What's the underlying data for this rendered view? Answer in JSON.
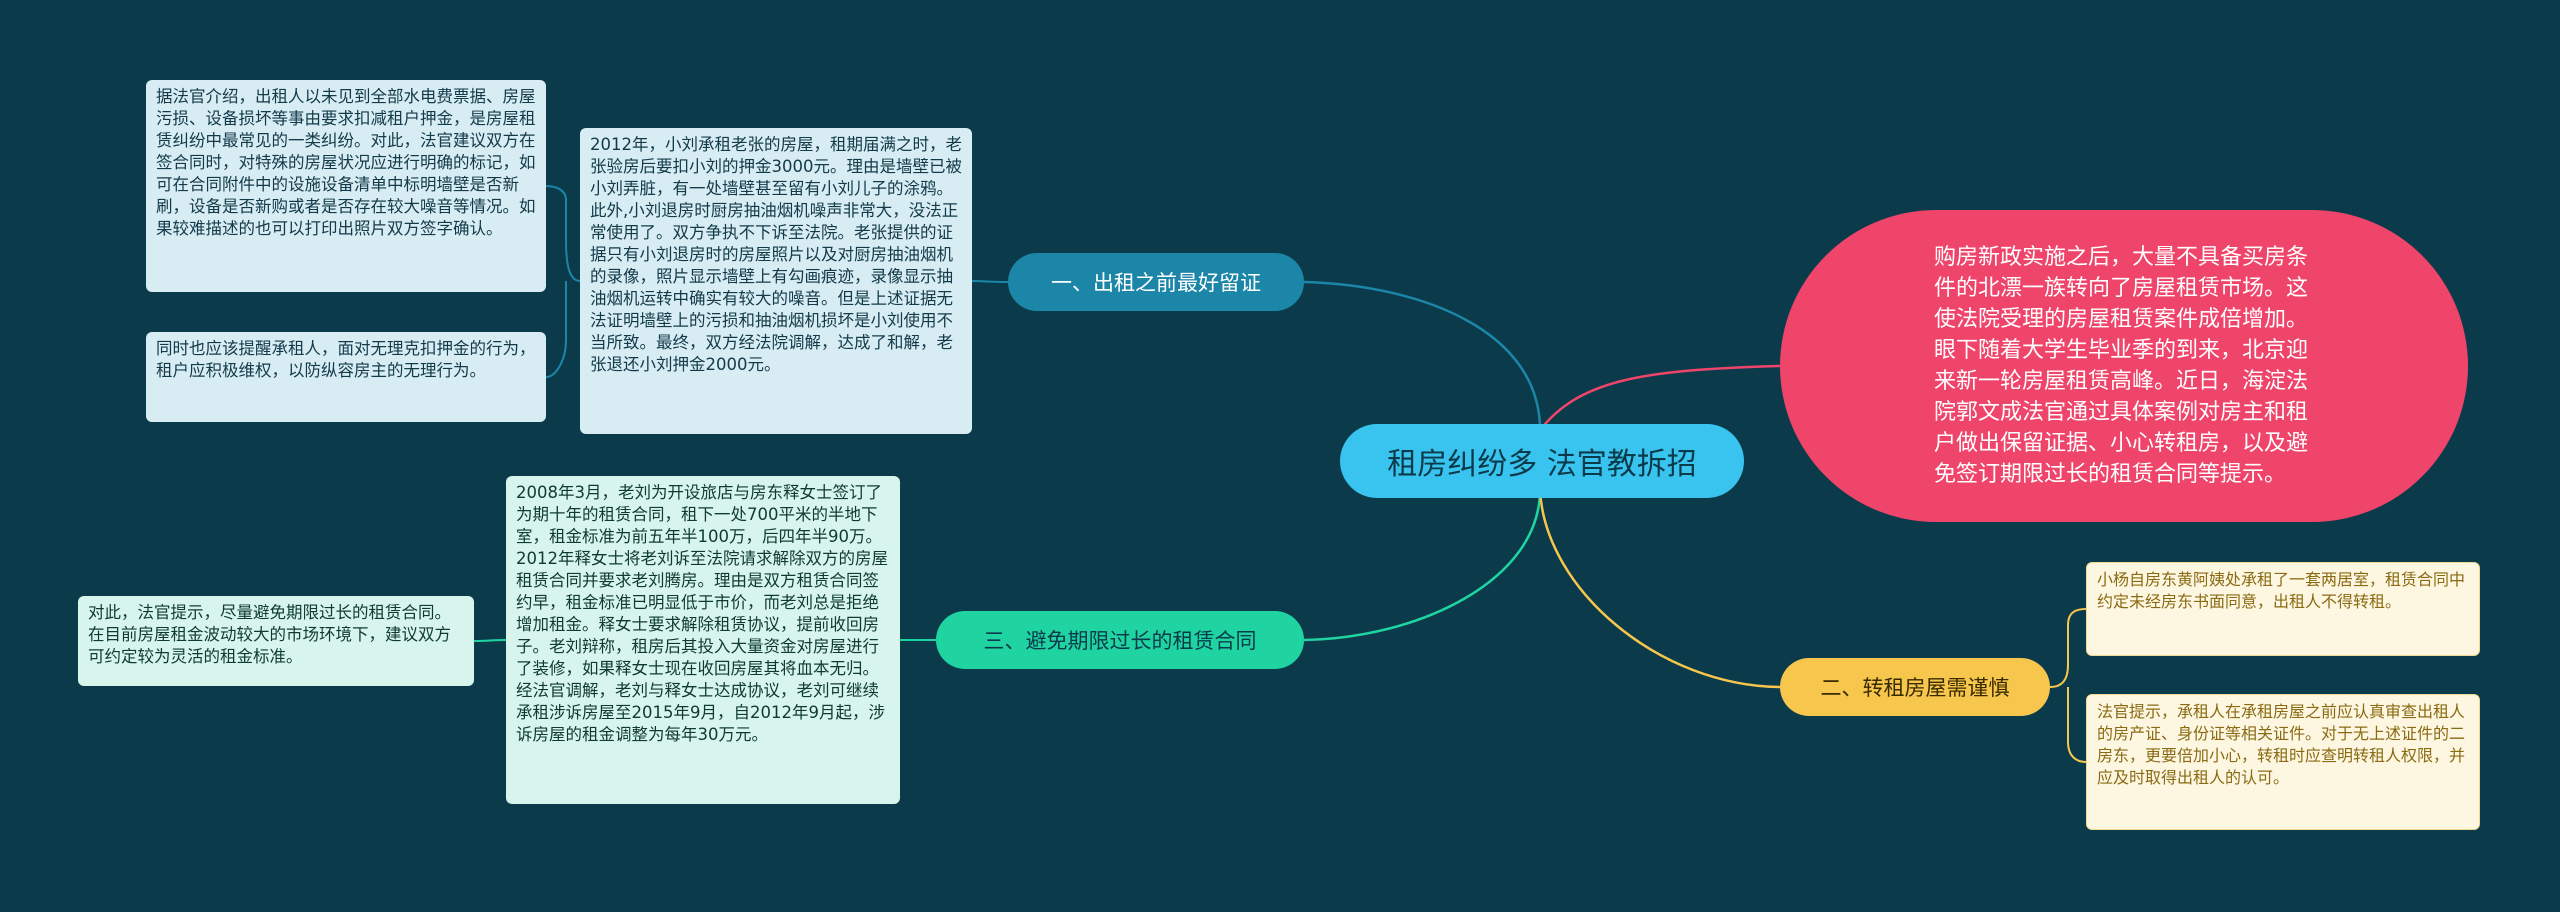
{
  "center": {
    "label": "租房纠纷多 法官教拆招"
  },
  "topics": [
    {
      "label": "一、出租之前最好留证"
    },
    {
      "label": "二、转租房屋需谨慎"
    },
    {
      "label": "三、避免期限过长的租赁合同"
    }
  ],
  "intro": {
    "text": "购房新政实施之后，大量不具备买房条件的北漂一族转向了房屋租赁市场。这使法院受理的房屋租赁案件成倍增加。眼下随着大学生毕业季的到来，北京迎来新一轮房屋租赁高峰。近日，海淀法院郭文成法官通过具体案例对房主和租户做出保留证据、小心转租房，以及避免签订期限过长的租赁合同等提示。"
  },
  "notes": {
    "t1_a": "据法官介绍，出租人以未见到全部水电费票据、房屋污损、设备损坏等事由要求扣减租户押金，是房屋租赁纠纷中最常见的一类纠纷。对此，法官建议双方在签合同时，对特殊的房屋状况应进行明确的标记，如可在合同附件中的设施设备清单中标明墙壁是否新刷，设备是否新购或者是否存在较大噪音等情况。如果较难描述的也可以打印出照片双方签字确认。",
    "t1_b": "同时也应该提醒承租人，面对无理克扣押金的行为，租户应积极维权，以防纵容房主的无理行为。",
    "t1_case": "2012年，小刘承租老张的房屋，租期届满之时，老张验房后要扣小刘的押金3000元。理由是墙壁已被小刘弄脏，有一处墙壁甚至留有小刘儿子的涂鸦。此外,小刘退房时厨房抽油烟机噪声非常大，没法正常使用了。双方争执不下诉至法院。老张提供的证据只有小刘退房时的房屋照片以及对厨房抽油烟机的录像，照片显示墙壁上有勾画痕迹，录像显示抽油烟机运转中确实有较大的噪音。但是上述证据无法证明墙壁上的污损和抽油烟机损坏是小刘使用不当所致。最终，双方经法院调解，达成了和解，老张退还小刘押金2000元。",
    "t3_case": "2008年3月，老刘为开设旅店与房东释女士签订了为期十年的租赁合同，租下一处700平米的半地下室，租金标准为前五年半100万，后四年半90万。2012年释女士将老刘诉至法院请求解除双方的房屋租赁合同并要求老刘腾房。理由是双方租赁合同签约早，租金标准已明显低于市价，而老刘总是拒绝增加租金。释女士要求解除租赁协议，提前收回房子。老刘辩称，租房后其投入大量资金对房屋进行了装修，如果释女士现在收回房屋其将血本无归。经法官调解，老刘与释女士达成协议，老刘可继续承租涉诉房屋至2015年9月，自2012年9月起，涉诉房屋的租金调整为每年30万元。",
    "t3_a": "对此，法官提示，尽量避免期限过长的租赁合同。在目前房屋租金波动较大的市场环境下，建议双方可约定较为灵活的租金标准。",
    "t2_a": "小杨自房东黄阿姨处承租了一套两居室，租赁合同中约定未经房东书面同意，出租人不得转租。",
    "t2_b": "法官提示，承租人在承租房屋之前应认真审查出租人的房产证、身份证等相关证件。对于无上述证件的二房东，更要倍加小心，转租时应查明转租人权限，并应及时取得出租人的认可。"
  },
  "colors": {
    "background": "#0b3a4a",
    "center": "#38c4ef",
    "topic1": "#1c86a8",
    "topic2": "#f7c64c",
    "topic3": "#20d4a2",
    "intro": "#f0456b"
  }
}
